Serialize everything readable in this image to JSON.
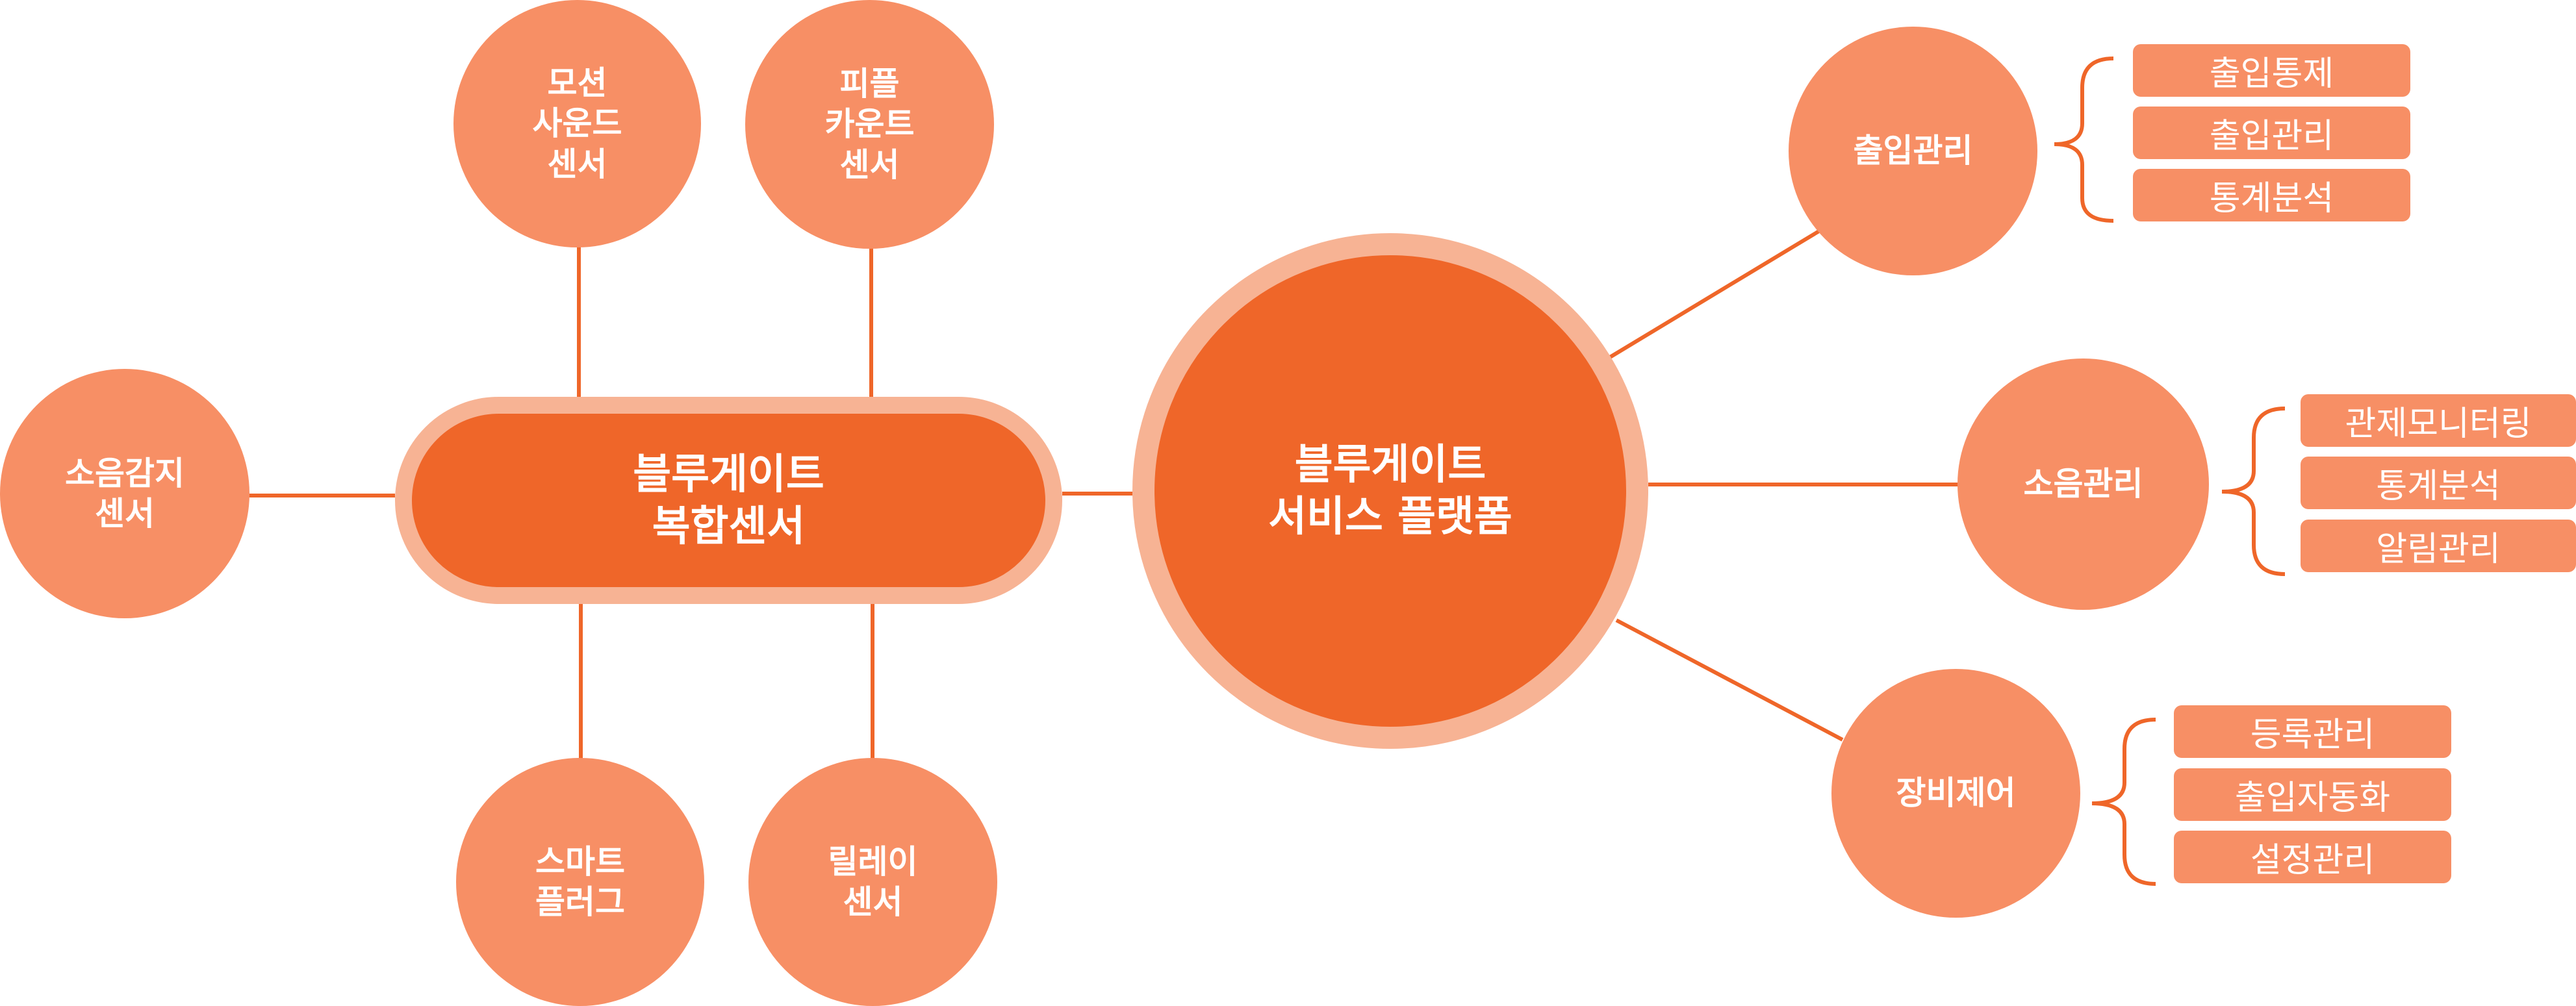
{
  "colors": {
    "hub": "#ef6629",
    "hub_ring": "#f7b394",
    "node": "#f78f65",
    "connector": "#ef6629",
    "text": "#ffffff"
  },
  "sensor_hub": {
    "lines": [
      "블루게이트",
      "복합센서"
    ]
  },
  "platform_hub": {
    "lines": [
      "블루게이트",
      "서비스 플랫폼"
    ]
  },
  "sensors": [
    {
      "lines": [
        "모션",
        "사운드",
        "센서"
      ]
    },
    {
      "lines": [
        "피플",
        "카운트",
        "센서"
      ]
    },
    {
      "lines": [
        "소음감지",
        "센서"
      ]
    },
    {
      "lines": [
        "스마트",
        "플러그"
      ]
    },
    {
      "lines": [
        "릴레이",
        "센서"
      ]
    }
  ],
  "services": [
    {
      "label": "출입관리",
      "items": [
        "출입통제",
        "출입관리",
        "통계분석"
      ]
    },
    {
      "label": "소음관리",
      "items": [
        "관제모니터링",
        "통계분석",
        "알림관리"
      ]
    },
    {
      "label": "장비제어",
      "items": [
        "등록관리",
        "출입자동화",
        "설정관리"
      ]
    }
  ]
}
